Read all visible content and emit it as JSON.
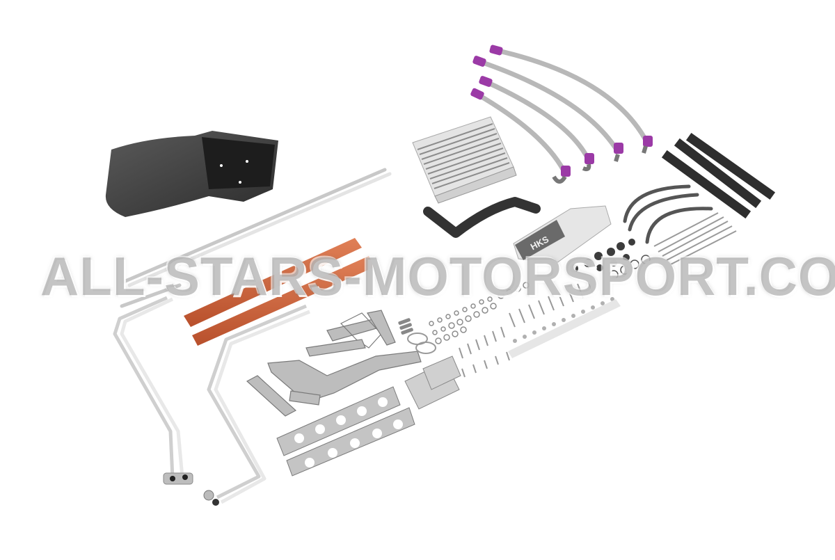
{
  "image": {
    "description": "HKS oil cooler kit product photo on white background",
    "background_color": "#ffffff",
    "watermark": {
      "text": "ALL-STARS-MOTORSPORT.COM",
      "color": "#969696"
    },
    "colors": {
      "aluminium": "#d8d8d8",
      "aluminium_shadow": "#9a9a9a",
      "rubber": "#3a3a3a",
      "foam": "#2e2e2e",
      "hose_orange": "#d4683f",
      "fitting_purple": "#9b3aa6",
      "braided_line": "#b8b8b8",
      "duct_plastic": "#4a4a4a",
      "hks_plate": "#6a6a6a"
    },
    "parts": [
      {
        "id": "air-duct",
        "label": "Black plastic air duct"
      },
      {
        "id": "oil-cooler",
        "label": "Aluminium oil cooler core"
      },
      {
        "id": "braided-lines",
        "label": "Four braided oil lines with purple AN fittings",
        "count": 4
      },
      {
        "id": "rubber-hose",
        "label": "Black rubber hose"
      },
      {
        "id": "hks-cover",
        "label": "Aluminium cover with HKS logo",
        "logo_text": "HKS"
      },
      {
        "id": "foam-strips",
        "label": "Black foam strips",
        "count": 3
      },
      {
        "id": "rubber-tubes",
        "label": "Thin curved rubber tubes",
        "count": 3
      },
      {
        "id": "cable-ties",
        "label": "Cable ties",
        "count": 5
      },
      {
        "id": "orange-hoses",
        "label": "Orange protective hoses",
        "count": 2
      },
      {
        "id": "hard-lines",
        "label": "Aluminium hard oil lines",
        "count": 3
      },
      {
        "id": "brackets",
        "label": "Steel mounting brackets"
      },
      {
        "id": "perforated-plates",
        "label": "Perforated mounting plates",
        "count": 2
      },
      {
        "id": "hardware",
        "label": "Bolts, washers, nuts and grommets"
      },
      {
        "id": "hose-clamps",
        "label": "Hose clamps",
        "count": 2
      }
    ]
  }
}
